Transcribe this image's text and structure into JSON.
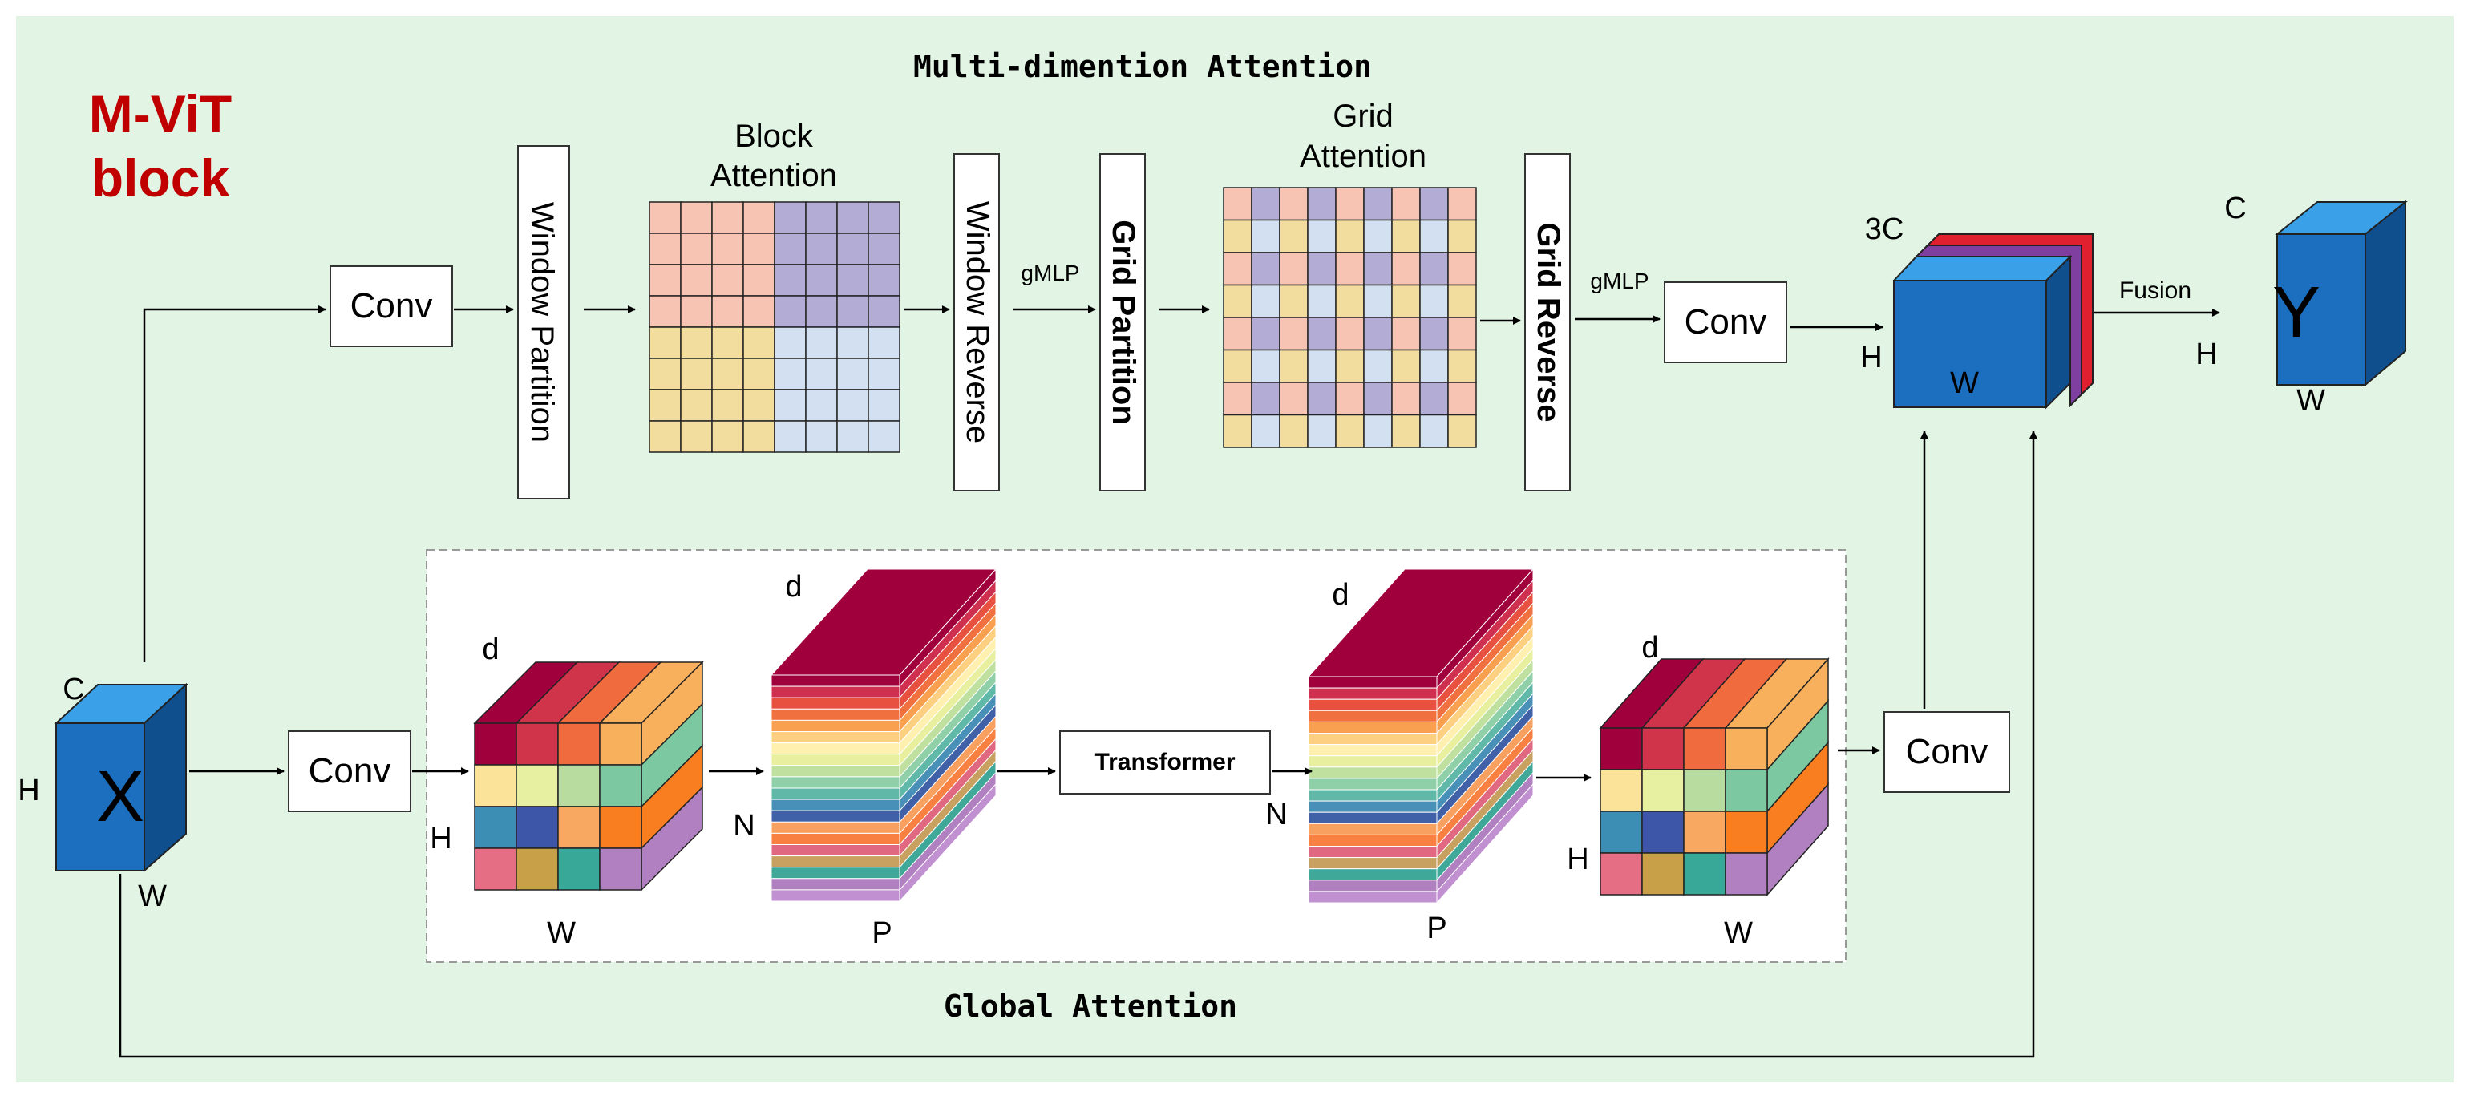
{
  "title": "Multi-dimention Attention",
  "block_label": [
    "M-ViT",
    "block"
  ],
  "global_attention_title": "Global Attention",
  "top_branch": {
    "conv": "Conv",
    "window_partition": "Window Partition",
    "block_attention": [
      "Block",
      "Attention"
    ],
    "window_reverse": "Window Reverse",
    "gmlp_1": "gMLP",
    "grid_partition": "Grid  Partition",
    "grid_attention": [
      "Grid",
      "Attention"
    ],
    "grid_reverse": "Grid  Reverse",
    "gmlp_2": "gMLP",
    "conv_2": "Conv"
  },
  "input_cube": {
    "label": "X",
    "c": "C",
    "h": "H",
    "w": "W"
  },
  "concat_cube": {
    "c": "3C",
    "h": "H",
    "w": "W"
  },
  "fusion": "Fusion",
  "output_cube": {
    "label": "Y",
    "c": "C",
    "h": "H",
    "w": "W"
  },
  "bottom_branch": {
    "conv_in": "Conv",
    "transformer": "Transformer",
    "conv_out": "Conv",
    "cube1": {
      "d": "d",
      "h": "H",
      "w": "W"
    },
    "slab1": {
      "d": "d",
      "n": "N",
      "p": "P"
    },
    "slab2": {
      "d": "d",
      "n": "N",
      "p": "P"
    },
    "cube2": {
      "d": "d",
      "h": "H",
      "w": "W"
    }
  },
  "colors": {
    "background": "#e2f5e4",
    "cube_front": "#1c6fbe",
    "cube_top": "#3aa0e8",
    "cube_side": "#0f4f8e",
    "title_red": "#c00000",
    "block_pink": "#f7c3b3",
    "block_purple": "#b3add6",
    "block_yellow": "#f2dc9e",
    "block_blue": "#d3e0f2"
  }
}
